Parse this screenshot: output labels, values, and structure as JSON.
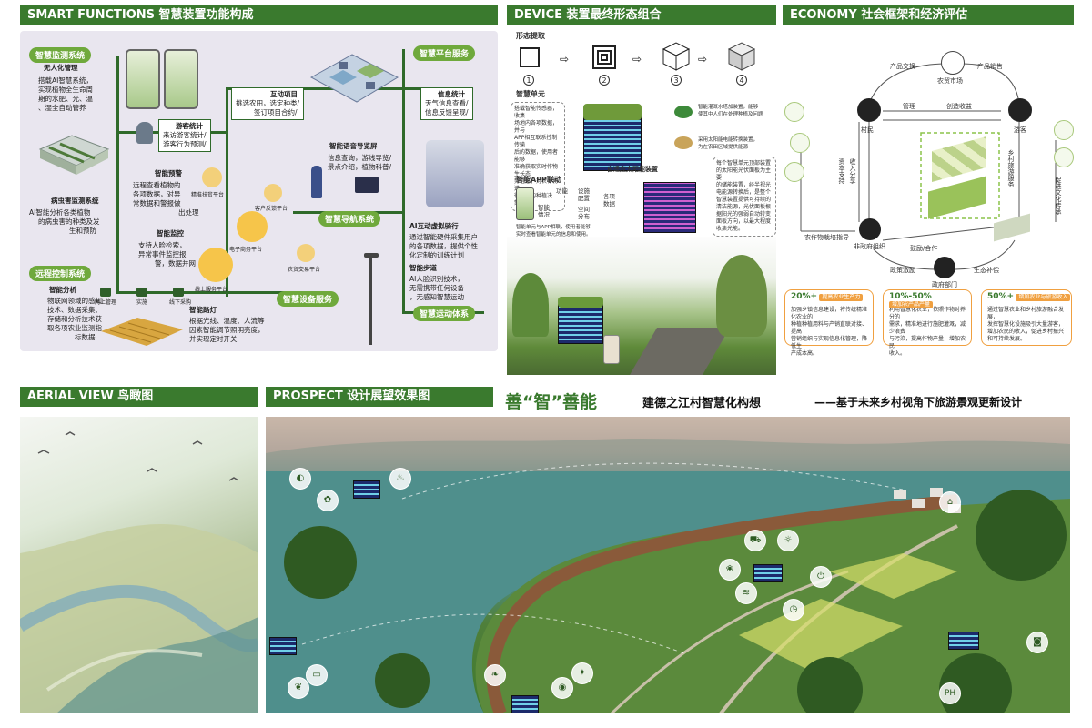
{
  "sections": {
    "smart": "SMART FUNCTIONS 智慧装置功能构成",
    "device": "DEVICE 装置最终形态组合",
    "economy": "ECONOMY 社会框架和经济评估",
    "aerial": "AERIAL VIEW 鸟瞰图",
    "prospect": "PROSPECT 设计展望效果图"
  },
  "title": {
    "main": "善“智”善能",
    "sub": "建德之江村智慧化构想",
    "tagline": "——基于未来乡村视角下旅游景观更新设计"
  },
  "smart": {
    "systems": {
      "monitor": "智慧监测系统",
      "platform": "智慧平台服务",
      "navigation": "智慧导航系统",
      "remote": "远程控制系统",
      "device_service": "智慧设备服务",
      "sport": "智慧运动体系"
    },
    "blocks": {
      "unmanned_title": "无人化管理",
      "unmanned_body": [
        "搭载AI智慧系统，",
        "实现植物全生命周",
        "期的水肥、光、温",
        "、湿全自动管养"
      ],
      "pest_title": "病虫害监测系统",
      "pest_body": [
        "AI智能分析各类植物",
        "的病虫害的种类及发",
        "生和预防"
      ],
      "analysis_title": "智能分析",
      "analysis_body": [
        "物联网领域的感知",
        "技术、数据采集、",
        "存储和分析技术获",
        "取各项农业监测指",
        "标数据"
      ],
      "warning_title": "智能预警",
      "warning_body": [
        "远程查看植物的",
        "各项数据，对异",
        "常数据和警报做",
        "出处理"
      ],
      "tourist_title": "游客统计",
      "tourist_body": [
        "来访游客统计/",
        "游客行为预测/"
      ],
      "interact_title": "互动项目",
      "interact_body": [
        "挑选农田，选定种类/",
        "签订项目合约/"
      ],
      "surveil_title": "智能监控",
      "surveil_body": [
        "支持人脸检索，",
        "异常事件监控报",
        "警，数据并网"
      ],
      "streetlight_title": "智能路灯",
      "streetlight_body": [
        "根据光线、温度、人流等",
        "因素智能调节照明亮度，",
        "并实现定时开关"
      ],
      "info_title": "信息统计",
      "info_body": [
        "天气信息查看/",
        "信息反馈呈现/"
      ],
      "voice_title": "智能语音导览屏",
      "voice_body": [
        "信息查询，游线导览/",
        "景点介绍，植物科普/"
      ],
      "ai_ride_title": "AI互动虚拟骑行",
      "ai_ride_body": [
        "通过智能硬件采集用户",
        "的各项数据，提供个性",
        "化定制的训练计划"
      ],
      "trail_title": "智能步道",
      "trail_body": [
        "AI人脸识别技术，",
        "无需携带任何设备",
        "，无感知智慧运动"
      ]
    },
    "hub": {
      "precision": "精准扶贫平台",
      "feedback": "客户反馈平台",
      "ecommerce": "电子商务平台",
      "farm": "农贸交易平台",
      "online": "线上服务平台"
    },
    "flow": [
      "网上管理",
      "实施",
      "线下采购"
    ]
  },
  "device": {
    "extract": "形态提取",
    "steps": [
      "1",
      "2",
      "3",
      "4"
    ],
    "unit_title": "智慧单元",
    "unit_desc": [
      "搭载智能传感器，收集",
      "场地内各项数据，并与",
      "APP相互联系控制传输",
      "后的数据，使用者能够",
      "准确获取实时作物生长态",
      "势信息，对农作物进",
      "行远程的种植决策。"
    ],
    "mini1": [
      "智能灌溉水塔加装置，能够",
      "使其中人们在处理种植及问题"
    ],
    "mini2": [
      "采用太阳能电能转换装置，",
      "为在农田区域提供能源"
    ],
    "solar_title": "自适应太阳能装置",
    "solar_desc": [
      "每个智慧单元顶部装置",
      "的太阳能光伏面板为主要",
      "的储能装置，经半视光",
      "电能源转换后，是整个",
      "智慧装置提供可持续的",
      "清洁能源，光伏面板根",
      "据阳光的强弱自动转变",
      "面板方向，以最大程度",
      "收集光能。"
    ],
    "app_title": "智能APP联动",
    "app_grid": [
      "功能",
      "设施",
      "配置",
      "各项",
      "数据",
      "空间",
      "分布"
    ],
    "app_labels": [
      "智能",
      "情况"
    ],
    "app_desc": [
      "智能单元与APP相联，使用者能够",
      "实时查看智能单元的信息和使用。"
    ]
  },
  "economy": {
    "nodes": [
      "村民",
      "游客",
      "非政府组织",
      "政府部门",
      "农贸市场"
    ],
    "edges": [
      "产品交换",
      "产品销售",
      "管理",
      "创造收益",
      "资本支持",
      "收入分享",
      "乡村旅游服务",
      "农作物栽培指导",
      "鼓励/合作",
      "政策激励",
      "生态补偿",
      "促进文化传承"
    ],
    "cards": [
      {
        "pct": "20%+",
        "tag": "提高农业生产力",
        "body": [
          "加强乡镇信息建设，将传统精准化农业的",
          "种植种植用料与产销直联对接、提高",
          "营销组织与实现信息化管理，降低生",
          "产成本高。"
        ]
      },
      {
        "pct": "10%-50%",
        "tag": "增加农产品产量",
        "body": [
          "利用智慧化农业，依照作物对养分的",
          "需求，精准地进行施肥灌溉，减少浪费",
          "与污染，提高作物产量，增加农民",
          "收入。"
        ]
      },
      {
        "pct": "50%+",
        "tag": "增加农业与旅游收入",
        "body": [
          "通过智慧农业和乡村旅游融合发展，",
          "发挥智慧化设施吸引大量游客，",
          "增加农民的收入，促进乡村振兴",
          "和可持续发展。"
        ]
      }
    ]
  },
  "colors": {
    "brand_green": "#3a7a2e",
    "accent_light_green": "#6fa93c",
    "panel_bg": "#e9e6ef",
    "orange": "#f0a040",
    "yellow": "#f6c54a"
  }
}
